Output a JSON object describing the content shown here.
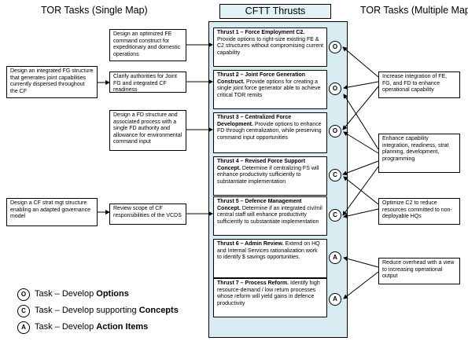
{
  "headers": {
    "left": "TOR Tasks (Single Map)",
    "center": "CFTT Thrusts",
    "right": "TOR Tasks (Multiple Map)"
  },
  "left_outer": [
    "Design an integrated FG structure that generates joint capabilities currently dispersed throughout the CF",
    "Design a CF strat mgt structure enabling an adapted governance model"
  ],
  "left_inner": [
    "Design an optimized FE command construct for expeditionary and domestic operations",
    "Clarify authorities for Joint FG and integrated CF readiness",
    "Design a FD structure and associated process with a single FD authority and allowance for environmental command input",
    "Review scope of CF responsibilities of the VCDS"
  ],
  "thrusts": [
    {
      "title": "Thrust 1 – Force Employment C2.",
      "desc": "Provide options to right-size existing FE & C2 structures without compromising current capability",
      "task": "O"
    },
    {
      "title": "Thrust 2 – Joint Force Generation Construct.",
      "desc": "Provide options for creating a single joint force generator able to achieve critical TOR remits",
      "task": "O"
    },
    {
      "title": "Thrust 3 – Centralized Force Development.",
      "desc": "Provide options to enhance FD through centralization, while preserving command input opportunities",
      "task": "O"
    },
    {
      "title": "Thrust 4 – Revised Force Support Concept.",
      "desc": "Determine if centralizing FS will enhance productivity sufficiently to substantiate implementation",
      "task": "C"
    },
    {
      "title": "Thrust 5 – Defence Management Concept.",
      "desc": "Determine if an integrated civ/mil central staff will enhance productivity sufficiently to substantiate implementation",
      "task": "C"
    },
    {
      "title": "Thrust 6 – Admin Review.",
      "desc": "Extend on HQ and Internal Services rationalization work to identify $ savings opportunities.",
      "task": "A"
    },
    {
      "title": "Thrust 7 – Process Reform.",
      "desc": "Identify high resource-demand / low return processes whose reform will yield gains in defence productivity",
      "task": "A"
    }
  ],
  "right_boxes": [
    "Increase integration of FE, FG, and FD to enhance operational capability",
    "Enhance capability integration, readiness, strat planning, development, programming",
    "Optimize C2 to reduce resources committed to non-deployable HQs",
    "Reduce overhead with a view to increasing operational output"
  ],
  "legend": [
    {
      "letter": "O",
      "prefix": "Task – Develop ",
      "bold": "Options"
    },
    {
      "letter": "C",
      "prefix": "Task – Develop supporting ",
      "bold": "Concepts"
    },
    {
      "letter": "A",
      "prefix": "Task – Develop ",
      "bold": "Action Items"
    }
  ],
  "colors": {
    "center_fill": "#d6ecf0",
    "header_fill": "#e3f2f5",
    "line": "#000000"
  }
}
